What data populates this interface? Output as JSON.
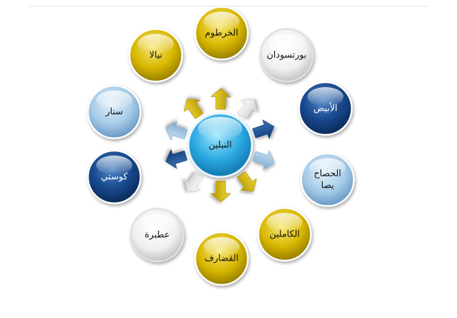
{
  "diagram": {
    "center": {
      "label": "النيلين",
      "color": "light-blue"
    },
    "nodes": [
      {
        "id": "khartoum",
        "lines": [
          "الخرطوم"
        ],
        "color": "gold"
      },
      {
        "id": "portsudan",
        "lines": [
          "بورتسودان"
        ],
        "color": "white"
      },
      {
        "id": "abyad",
        "lines": [
          "الأبيض"
        ],
        "color": "navy"
      },
      {
        "id": "hasahisa",
        "lines": [
          "الحصاح",
          "يصا"
        ],
        "color": "light-blue"
      },
      {
        "id": "kamlin",
        "lines": [
          "الكاملين"
        ],
        "color": "gold"
      },
      {
        "id": "gadarif",
        "lines": [
          "القضارف"
        ],
        "color": "gold"
      },
      {
        "id": "atbara",
        "lines": [
          "عطبرة"
        ],
        "color": "white"
      },
      {
        "id": "kosti",
        "lines": [
          "كوستي"
        ],
        "color": "navy"
      },
      {
        "id": "sennar",
        "lines": [
          "سنار"
        ],
        "color": "light-blue"
      },
      {
        "id": "nyala",
        "lines": [
          "نيالا"
        ],
        "color": "gold"
      }
    ]
  },
  "colors": {
    "gold": "#c9a800",
    "white": "#f1f1f1",
    "navy": "#12407a",
    "light-blue": "#9fc4e2",
    "center": "#2aa8e0",
    "text_dark": "#111111",
    "text_light": "#ffffff"
  }
}
